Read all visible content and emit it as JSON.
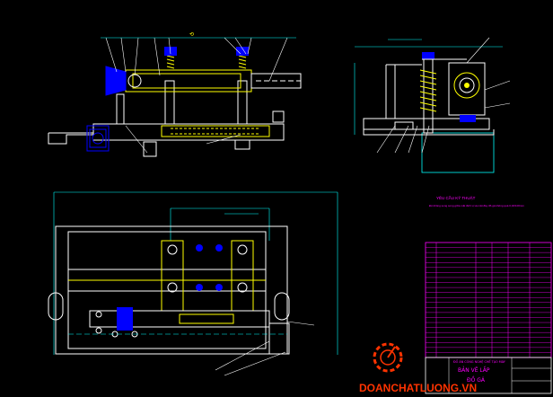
{
  "drawing": {
    "notes": {
      "title": "YÊU CẦU KỸ THUẬT",
      "line": "Độ không song song giữa mặt định vị và mặt đáy đồ gá không quá 0,02/100mm"
    },
    "title_block": {
      "line1": "ĐỒ ÁN CÔNG NGHỆ CHẾ TẠO MÁY",
      "line2": "BẢN VẼ LẮP",
      "line3": "ĐỒ GÁ"
    },
    "watermark": "DOANCHATLUONG.VN",
    "bom_rows": 23,
    "colors": {
      "background": "#000000",
      "outline": "#ffffff",
      "dimension": "#00ffff",
      "detail": "#ffff00",
      "annotation": "#ff00ff",
      "table": "#ff00ff",
      "accent": "#0000ff",
      "watermark": "#ff3300"
    }
  }
}
